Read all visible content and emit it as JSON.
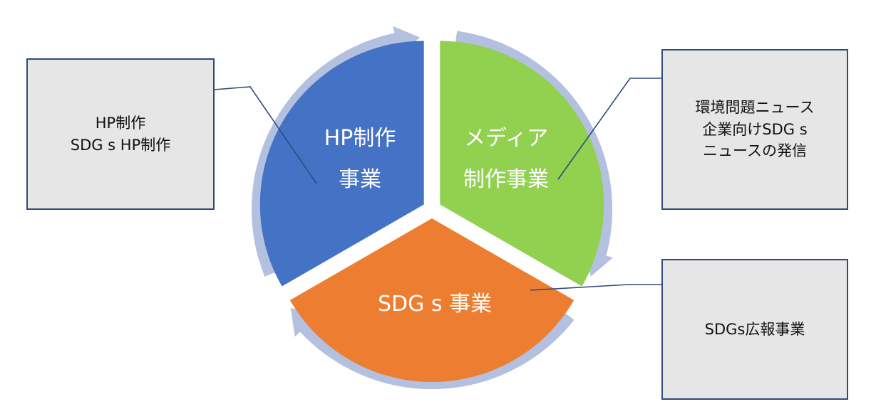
{
  "segments": [
    {
      "id": "hp",
      "color": "#4472c4",
      "label_lines": [
        "HP制作",
        "事業"
      ]
    },
    {
      "id": "media",
      "color": "#92d050",
      "label_lines": [
        "メディア",
        "制作事業"
      ]
    },
    {
      "id": "sdgs",
      "color": "#ed7d31",
      "label_lines": [
        "SDG s 事業"
      ]
    }
  ],
  "cycle_arrow_color": "#b4c0e0",
  "connector_color": "#2f4b7a",
  "callouts": {
    "hp": {
      "lines": [
        "HP制作",
        "SDG s HP制作"
      ]
    },
    "media": {
      "lines": [
        "環境問題ニュース",
        "企業向けSDG s",
        "ニュースの発信"
      ]
    },
    "sdgs": {
      "lines": [
        "SDGs広報事業"
      ]
    }
  }
}
